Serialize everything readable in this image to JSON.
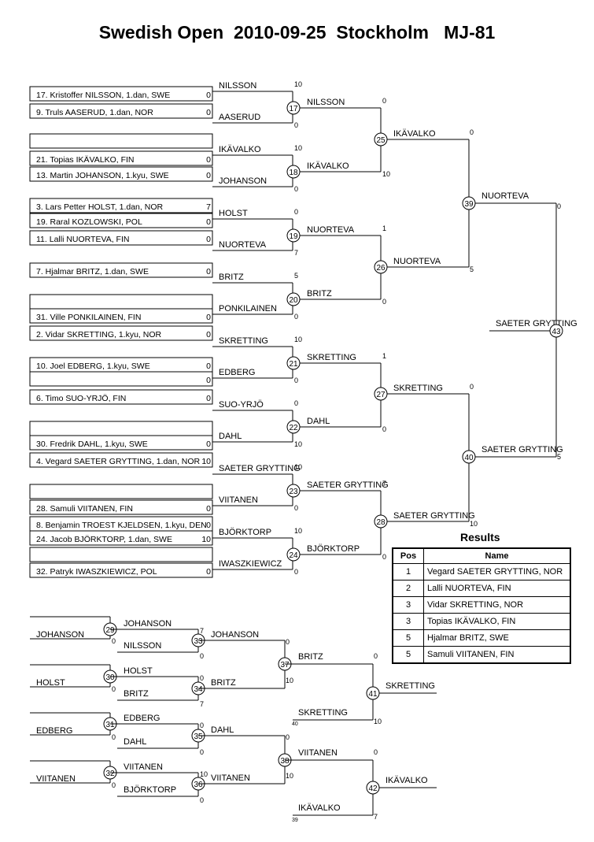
{
  "title": "Swedish Open  2010-09-25  Stockholm   MJ-81",
  "players": [
    {
      "text": "17. Kristoffer NILSSON, 1.dan, SWE",
      "score": "0"
    },
    {
      "text": "9. Truls AASERUD, 1.dan, NOR",
      "score": "0"
    },
    {
      "text": "",
      "score": ""
    },
    {
      "text": "21. Topias IKÄVALKO, FIN",
      "score": "0"
    },
    {
      "text": "13. Martin JOHANSON, 1.kyu, SWE",
      "score": "0"
    },
    {
      "text": "3. Lars Petter HOLST, 1.dan, NOR",
      "score": "7"
    },
    {
      "text": "19. Raral KOZLOWSKI, POL",
      "score": "0"
    },
    {
      "text": "11. Lalli NUORTEVA, FIN",
      "score": "0"
    },
    {
      "text": "7. Hjalmar BRITZ, 1.dan, SWE",
      "score": "0"
    },
    {
      "text": "",
      "score": ""
    },
    {
      "text": "31. Ville PONKILAINEN, FIN",
      "score": "0"
    },
    {
      "text": "2. Vidar SKRETTING, 1.kyu, NOR",
      "score": "0"
    },
    {
      "text": "10. Joel EDBERG, 1.kyu, SWE",
      "score": "0"
    },
    {
      "text": "",
      "score": "0"
    },
    {
      "text": "6. Timo SUO-YRJÖ, FIN",
      "score": "0"
    },
    {
      "text": "",
      "score": ""
    },
    {
      "text": "30. Fredrik DAHL, 1.kyu, SWE",
      "score": "0"
    },
    {
      "text": "4. Vegard SAETER GRYTTING, 1.dan, NOR",
      "score": "10"
    },
    {
      "text": "",
      "score": ""
    },
    {
      "text": "28. Samuli VIITANEN, FIN",
      "score": "0"
    },
    {
      "text": "8. Benjamin TROEST KJELDSEN, 1.kyu, DEN",
      "score": "0"
    },
    {
      "text": "24. Jacob BJÖRKTORP, 1.dan, SWE",
      "score": "10"
    },
    {
      "text": "",
      "score": ""
    },
    {
      "text": "32. Patryk IWASZKIEWICZ, POL",
      "score": "0"
    }
  ],
  "r1_names": [
    "NILSSON",
    "AASERUD",
    "IKÄVALKO",
    "JOHANSON",
    "HOLST",
    "NUORTEVA",
    "BRITZ",
    "PONKILAINEN",
    "SKRETTING",
    "EDBERG",
    "SUO-YRJÖ",
    "DAHL",
    "SAETER GRYTTING",
    "VIITANEN",
    "BJÖRKTORP",
    "IWASZKIEWICZ"
  ],
  "r1_scores": [
    "10",
    "0",
    "10",
    "0",
    "0",
    "7",
    "5",
    "0",
    "10",
    "0",
    "0",
    "10",
    "10",
    "0",
    "10",
    "0"
  ],
  "r2_names": [
    "NILSSON",
    "IKÄVALKO",
    "NUORTEVA",
    "BRITZ",
    "SKRETTING",
    "DAHL",
    "SAETER GRYTTING",
    "BJÖRKTORP"
  ],
  "r2_scores": [
    "0",
    "10",
    "1",
    "0",
    "1",
    "0",
    "7",
    "0"
  ],
  "r3_names": [
    "IKÄVALKO",
    "NUORTEVA",
    "SKRETTING",
    "SAETER GRYTTING"
  ],
  "r3_scores": [
    "0",
    "5",
    "0",
    "10"
  ],
  "r4_names": [
    "NUORTEVA",
    "SAETER GRYTTING"
  ],
  "r4_scores": [
    "0",
    "5"
  ],
  "winner": "SAETER GRYTTING",
  "games_main": [
    "17",
    "18",
    "19",
    "20",
    "21",
    "22",
    "23",
    "24",
    "25",
    "26",
    "27",
    "28",
    "39",
    "40",
    "43"
  ],
  "lb_in": [
    "JOHANSON",
    "HOLST",
    "EDBERG",
    "VIITANEN"
  ],
  "lb_in_scores": [
    "0",
    "0",
    "0",
    "0"
  ],
  "lb_from": [
    "JOHANSON",
    "NILSSON",
    "HOLST",
    "BRITZ",
    "EDBERG",
    "DAHL",
    "VIITANEN",
    "BJÖRKTORP"
  ],
  "lb_from_scores": [
    "7",
    "0",
    "0",
    "7",
    "0",
    "0",
    "10",
    "0"
  ],
  "lb_win": [
    "JOHANSON",
    "BRITZ",
    "DAHL",
    "VIITANEN"
  ],
  "lb_win_scores": [
    "0",
    "10",
    "0",
    "10"
  ],
  "lb_r3": [
    "BRITZ",
    "SKRETTING",
    "VIITANEN",
    "IKÄVALKO"
  ],
  "lb_r3_scores": [
    "0",
    "10",
    "0",
    "7"
  ],
  "lb_r3_small": [
    "40",
    "39"
  ],
  "lb_final": [
    "SKRETTING",
    "IKÄVALKO"
  ],
  "games_lb": [
    "29",
    "30",
    "31",
    "32",
    "33",
    "34",
    "35",
    "36",
    "37",
    "38",
    "41",
    "42"
  ],
  "results": {
    "title": "Results",
    "headers": [
      "Pos",
      "Name"
    ],
    "rows": [
      {
        "pos": "1",
        "name": "Vegard SAETER GRYTTING, NOR"
      },
      {
        "pos": "2",
        "name": "Lalli NUORTEVA, FIN"
      },
      {
        "pos": "3",
        "name": "Vidar SKRETTING, NOR"
      },
      {
        "pos": "3",
        "name": "Topias IKÄVALKO, FIN"
      },
      {
        "pos": "5",
        "name": "Hjalmar BRITZ, SWE"
      },
      {
        "pos": "5",
        "name": "Samuli VIITANEN, FIN"
      }
    ]
  }
}
